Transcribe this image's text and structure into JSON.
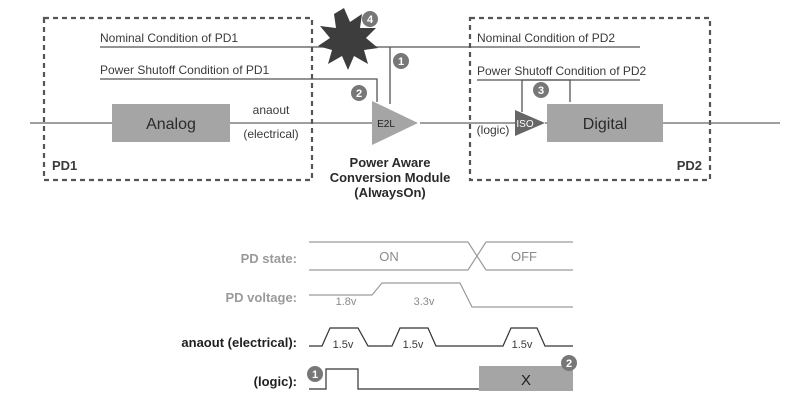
{
  "diagram": {
    "pd1": {
      "label": "PD1",
      "nominal": "Nominal Condition of PD1",
      "shutoff": "Power Shutoff Condition of PD1",
      "block": "Analog",
      "out_name": "anaout",
      "out_type": "(electrical)"
    },
    "pd2": {
      "label": "PD2",
      "nominal": "Nominal Condition of PD2",
      "shutoff": "Power Shutoff Condition of PD2",
      "block": "Digital",
      "in_type": "(logic)",
      "iso": "ISO"
    },
    "module": {
      "e2l": "E2L",
      "line1": "Power Aware",
      "line2": "Conversion Module",
      "line3": "(AlwaysOn)"
    },
    "badges": [
      "1",
      "2",
      "3",
      "4"
    ]
  },
  "timing": {
    "rows": {
      "pd_state": "PD state:",
      "pd_voltage": "PD voltage:",
      "anaout": "anaout (electrical):",
      "logic": "(logic):"
    },
    "state_on": "ON",
    "state_off": "OFF",
    "v_low": "1.8v",
    "v_high": "3.3v",
    "pulse": "1.5v",
    "x_mark": "X",
    "badge_logic": "1",
    "badge_x": "2"
  }
}
